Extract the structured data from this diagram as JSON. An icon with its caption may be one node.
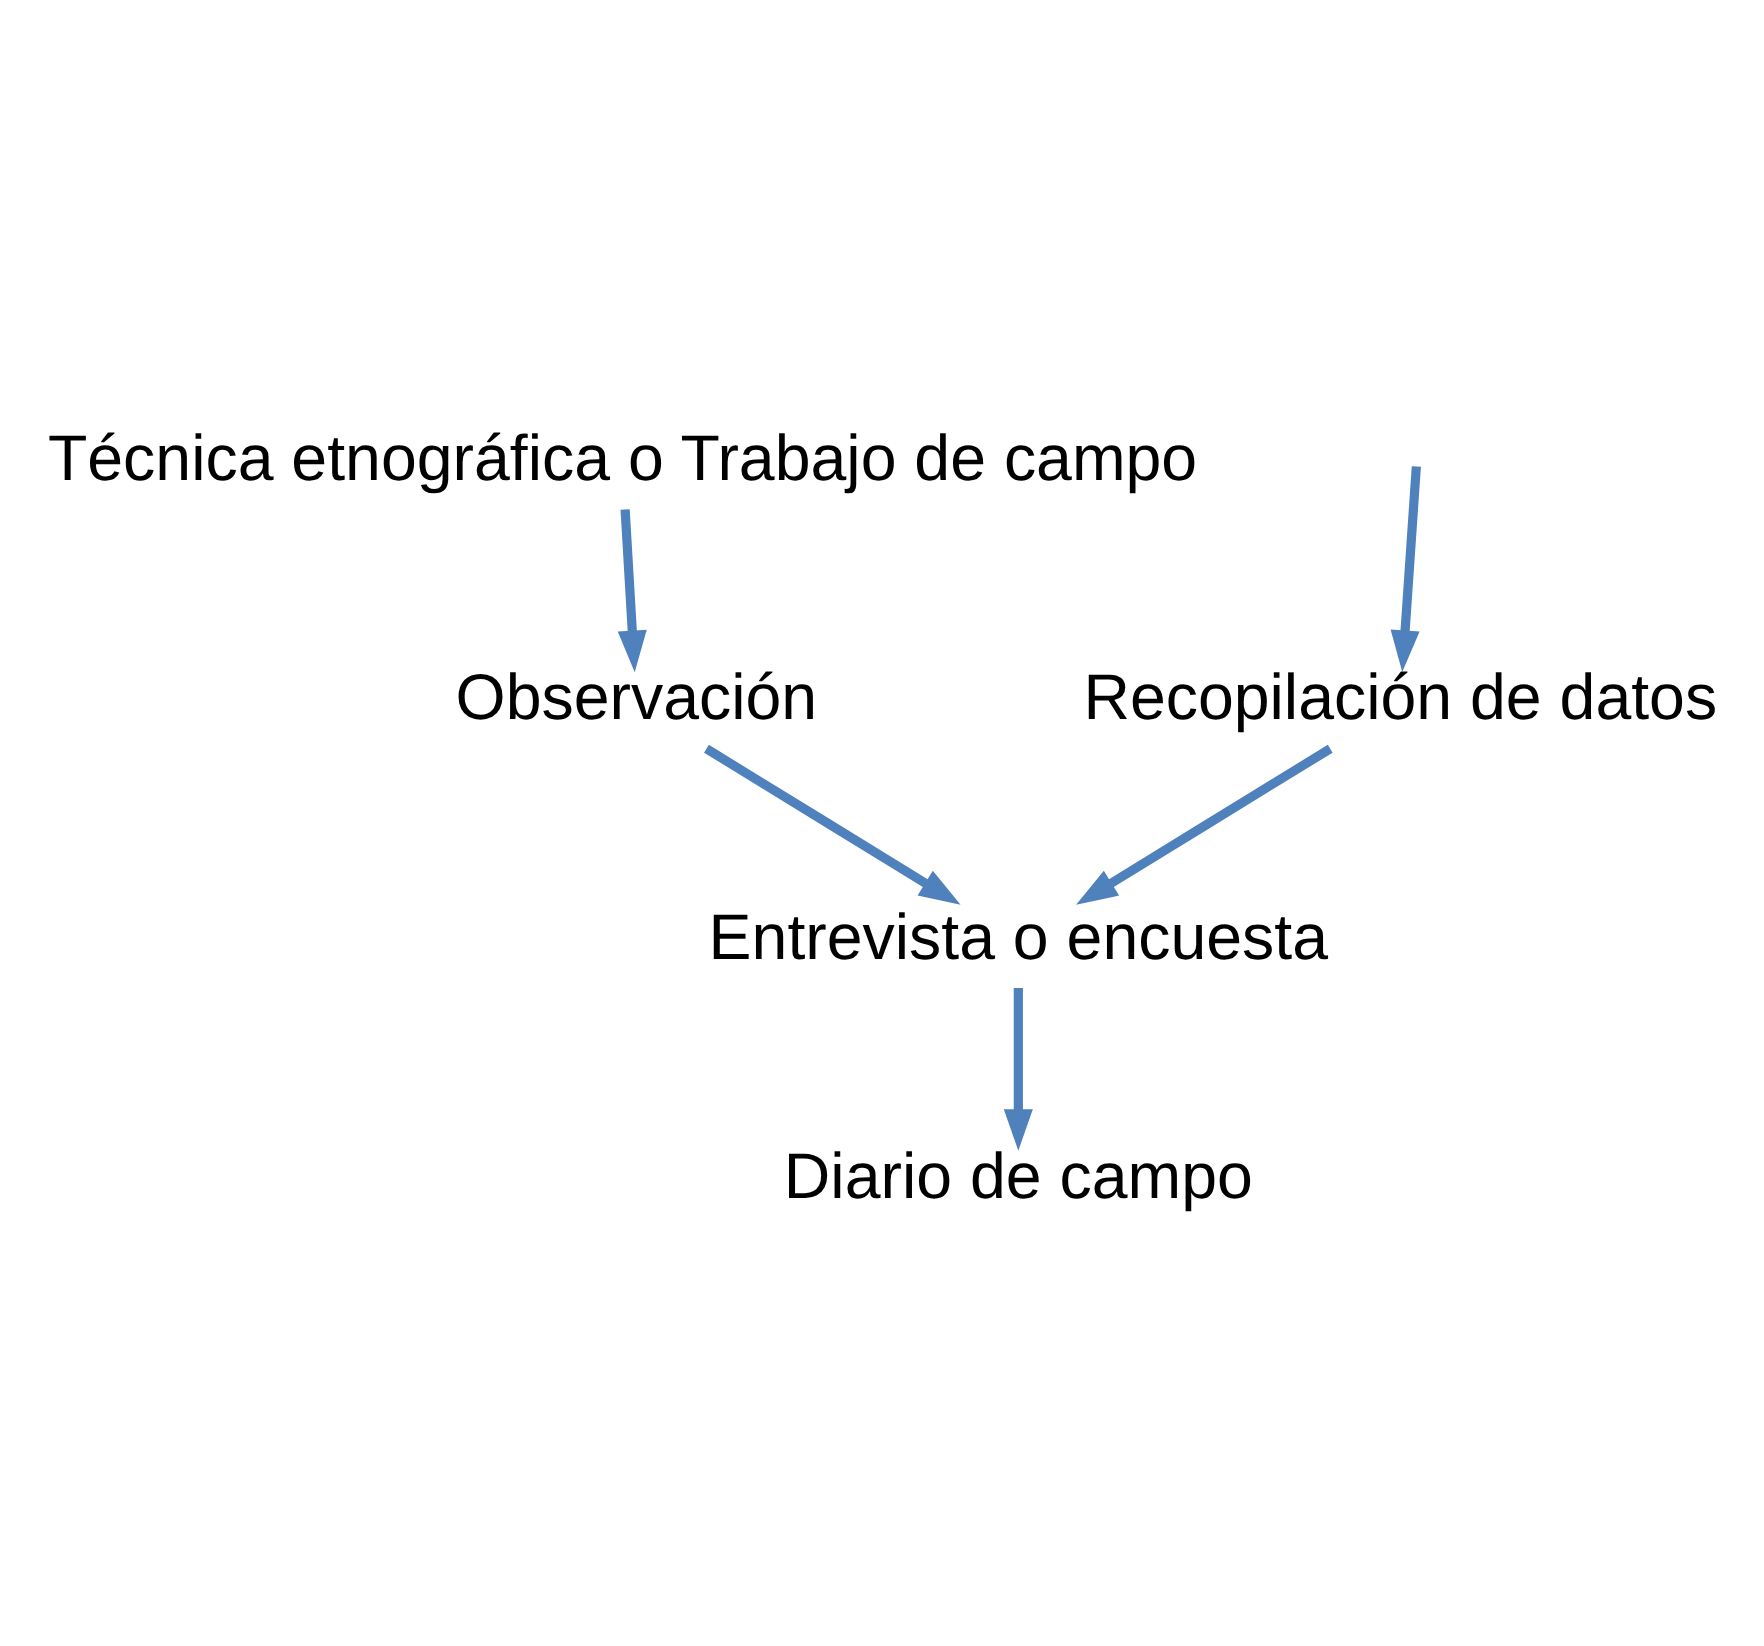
{
  "diagram": {
    "nodes": [
      {
        "text": [
          "Técnica etnográfica o Trabajo de campo"
        ]
      },
      {
        "text": [
          "Observación"
        ]
      },
      {
        "text": [
          "Recopilación de datos"
        ]
      },
      {
        "text": [
          "Entrevista o encuesta"
        ]
      },
      {
        "text": [
          "Diario de campo"
        ]
      }
    ],
    "edges": [
      {
        "from": 0,
        "to": 1,
        "arrow": "to"
      },
      {
        "from": null,
        "to": 2,
        "arrow": "to"
      },
      {
        "from": 1,
        "to": 3,
        "arrow": "to"
      },
      {
        "from": 2,
        "to": 3,
        "arrow": "to"
      },
      {
        "from": 3,
        "to": 4,
        "arrow": "to"
      }
    ]
  }
}
